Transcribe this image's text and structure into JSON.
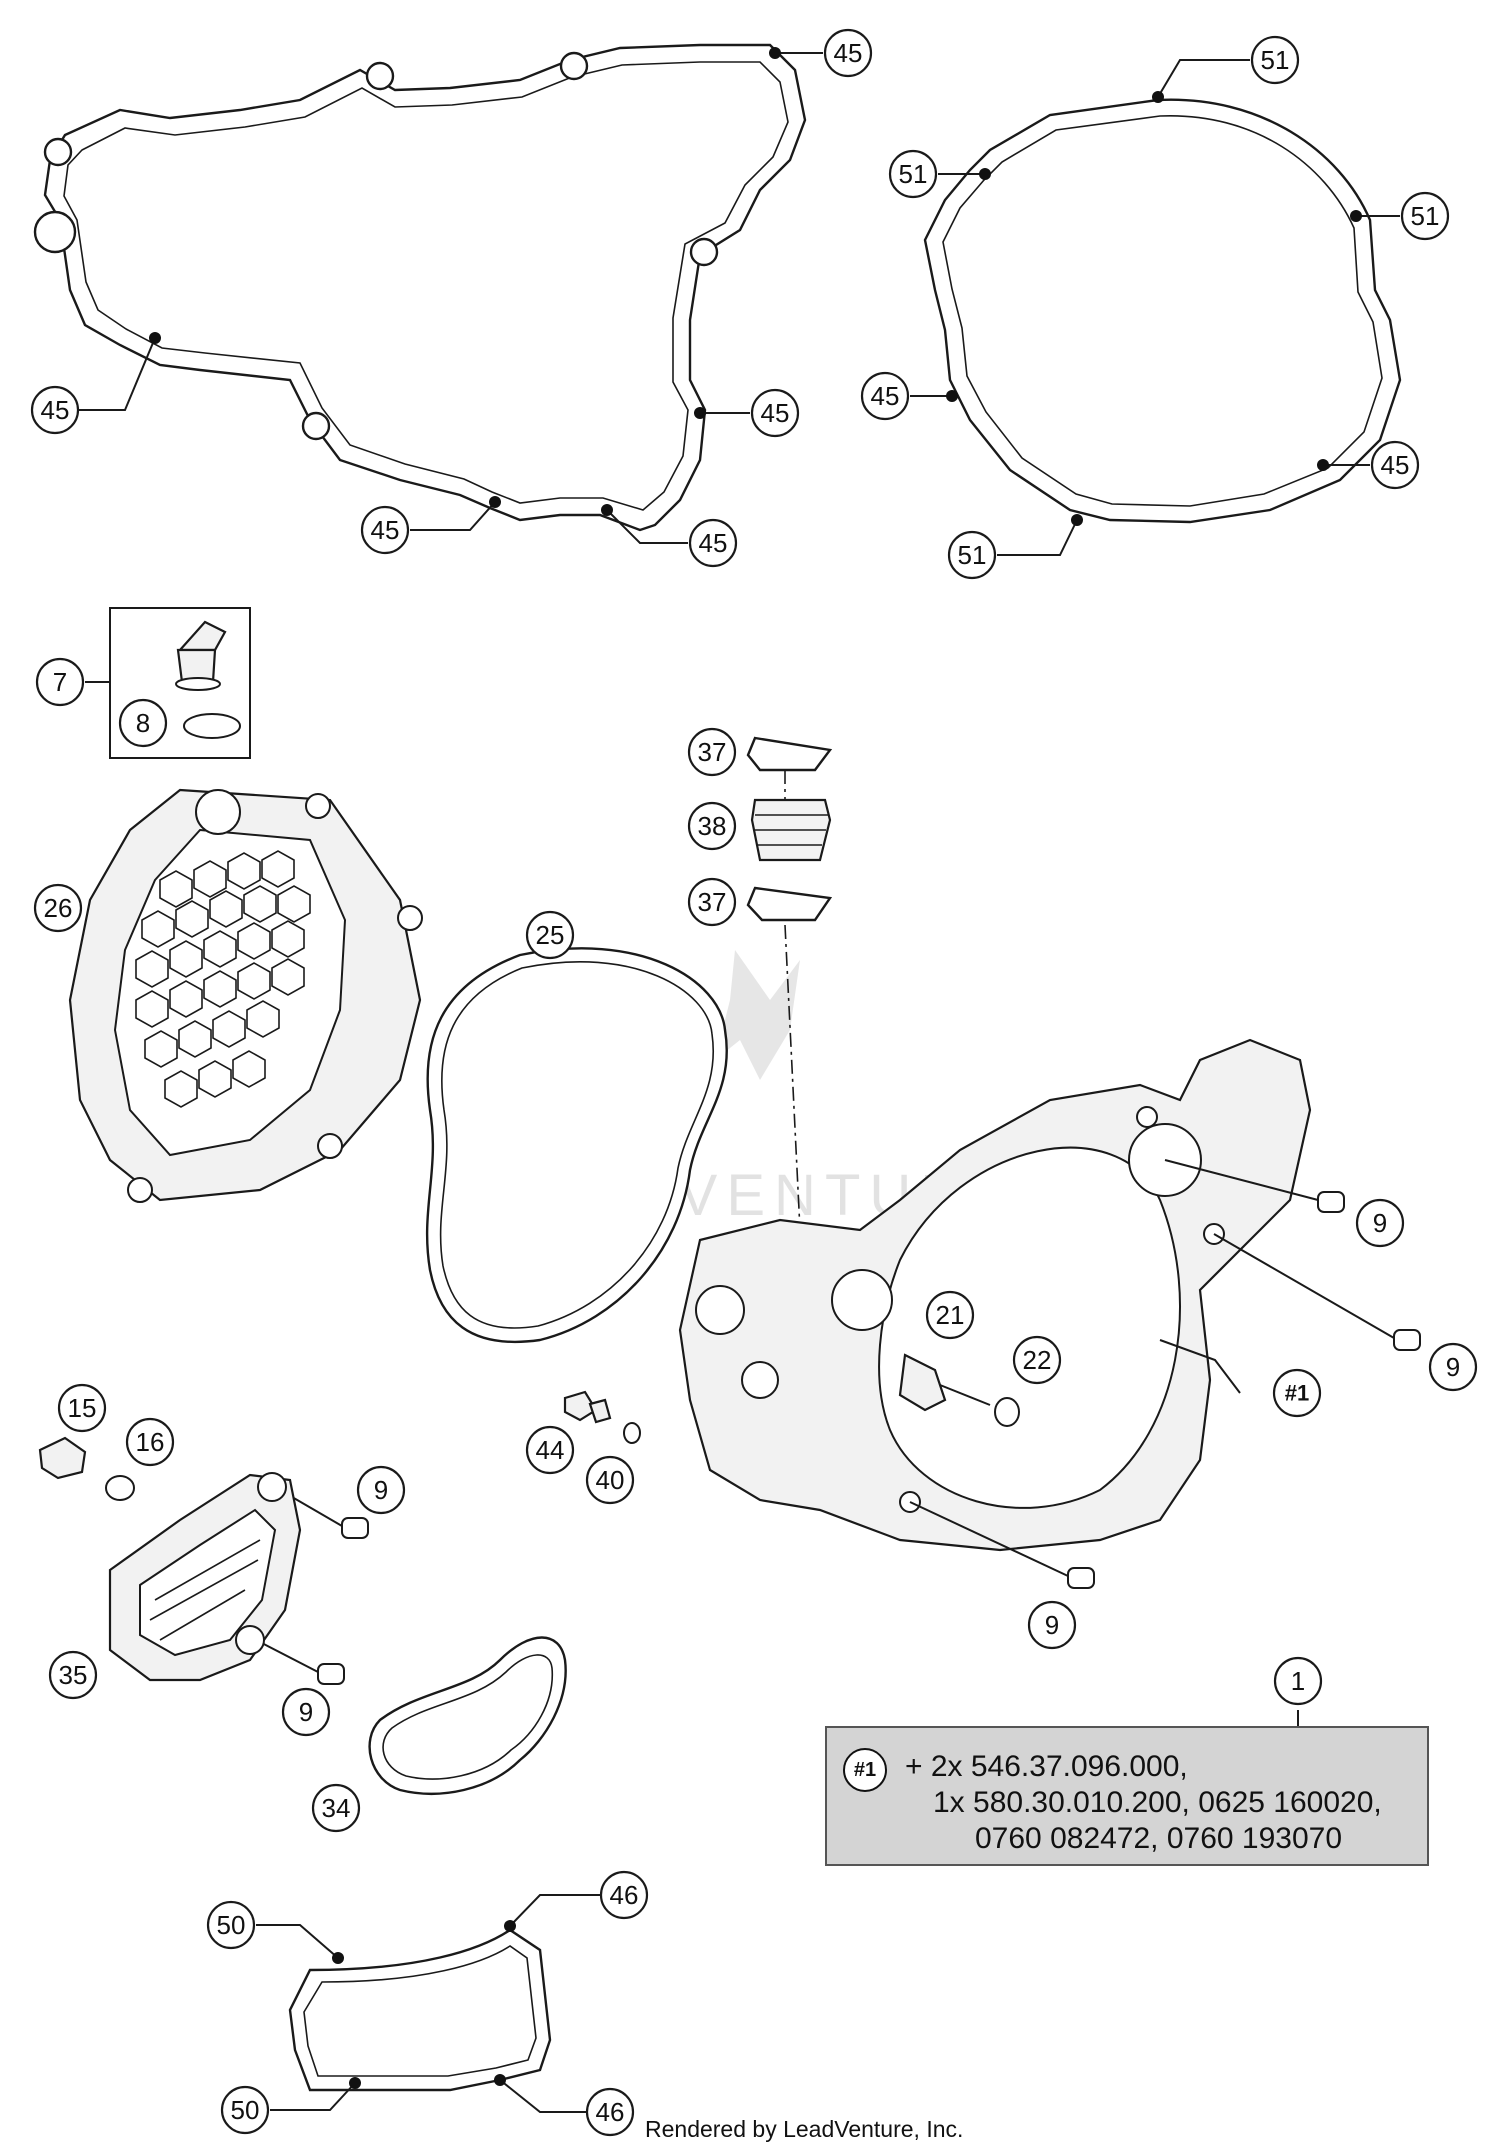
{
  "watermark": "LEADVENTURE",
  "credit": "Rendered by LeadVenture, Inc.",
  "note": {
    "tag": "#1",
    "line1": "+ 2x 546.37.096.000,",
    "line2": "1x 580.30.010.200, 0625 160020,",
    "line3": "0760 082472, 0760 193070"
  },
  "callouts": {
    "c45_a": "45",
    "c45_b": "45",
    "c45_c": "45",
    "c45_d": "45",
    "c45_e": "45",
    "c45_f": "45",
    "c45_g": "45",
    "c51_a": "51",
    "c51_b": "51",
    "c51_c": "51",
    "c51_d": "51",
    "c7": "7",
    "c8": "8",
    "c26": "26",
    "c25": "25",
    "c37_a": "37",
    "c38": "38",
    "c37_b": "37",
    "c9_a": "9",
    "c9_b": "9",
    "c9_c": "9",
    "c9_d": "9",
    "c9_e": "9",
    "c21": "21",
    "c22": "22",
    "c1tag": "#1",
    "c15": "15",
    "c16": "16",
    "c44": "44",
    "c40": "40",
    "c35": "35",
    "c34": "34",
    "c1": "1",
    "c50_a": "50",
    "c50_b": "50",
    "c46_a": "46",
    "c46_b": "46"
  }
}
